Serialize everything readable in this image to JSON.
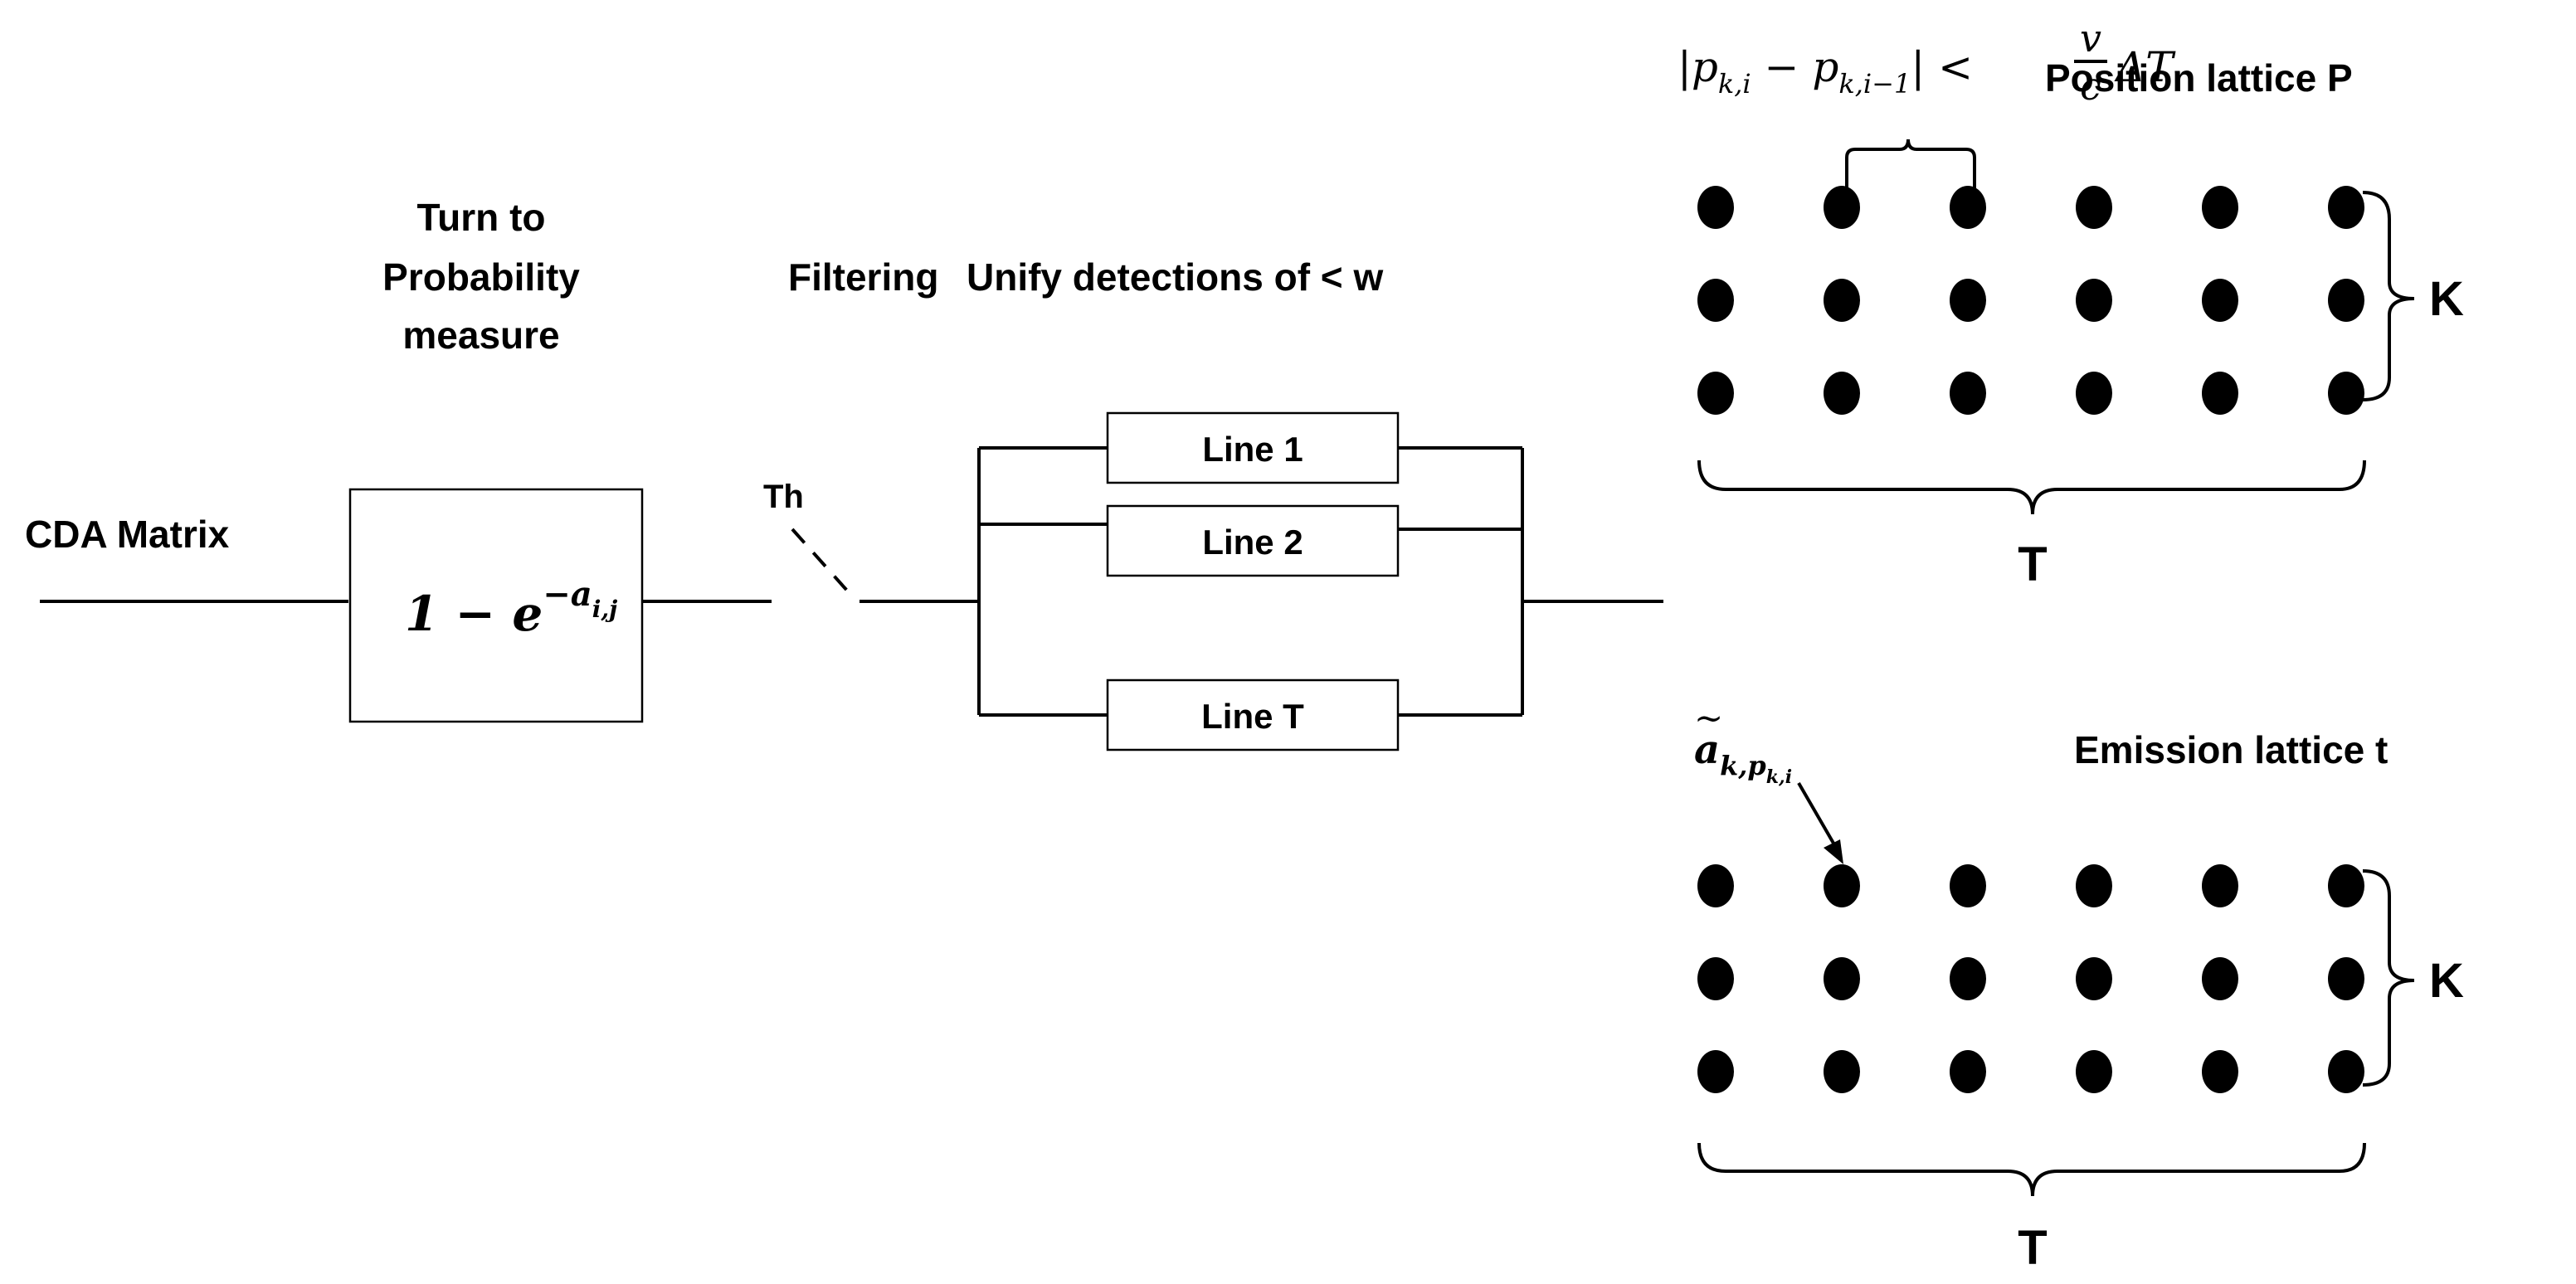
{
  "labels": {
    "cda_matrix": "CDA Matrix",
    "turn_to": "Turn to",
    "probability": "Probability",
    "measure": "measure",
    "filtering": "Filtering",
    "unify": "Unify detections of < w",
    "threshold": "Th",
    "position_lattice": "Position lattice P",
    "emission_lattice": "Emission lattice t",
    "k_top": "K",
    "k_bottom": "K",
    "t_top": "T",
    "t_bottom": "T"
  },
  "formulas": {
    "prob_base": "1 − e",
    "prob_exp": "−a",
    "prob_sub": "i,j",
    "constraint_left": "|p",
    "constraint_sub1": "k,i",
    "constraint_minus": " − p",
    "constraint_sub2": "k,i−1",
    "constraint_lt": "| <",
    "constraint_num": "v",
    "constraint_den": "c",
    "constraint_delta": "ΔT",
    "emission_base": "a",
    "emission_tilde": "~",
    "emission_sub": "k,p",
    "emission_subsub": "k,i"
  },
  "lines": [
    {
      "label": "Line 1"
    },
    {
      "label": "Line 2"
    },
    {
      "label": "Line T"
    }
  ],
  "lattices": {
    "position": {
      "rows": 3,
      "cols": 6
    },
    "emission": {
      "rows": 3,
      "cols": 6
    }
  }
}
